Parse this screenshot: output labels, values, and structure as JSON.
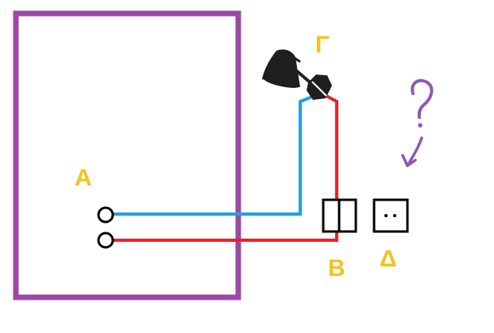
{
  "labels": {
    "a": "A",
    "b": "B",
    "g": "Γ",
    "d": "Δ"
  },
  "colors": {
    "room_border": "#9b4aa3",
    "blue_wire": "#1ca1e4",
    "red_wire": "#e8232b",
    "label": "#f4c21b",
    "terminal": "#000000",
    "lamp": "#1f1f1f",
    "switch": "#000000",
    "outlet": "#000000",
    "question_mark": "#8f57b7"
  },
  "icons": {
    "lamp": "desk-lamp-icon",
    "switch": "double-switch-icon",
    "outlet": "socket-outlet-icon",
    "question": "question-mark-icon",
    "arrow": "curved-arrow-icon"
  }
}
